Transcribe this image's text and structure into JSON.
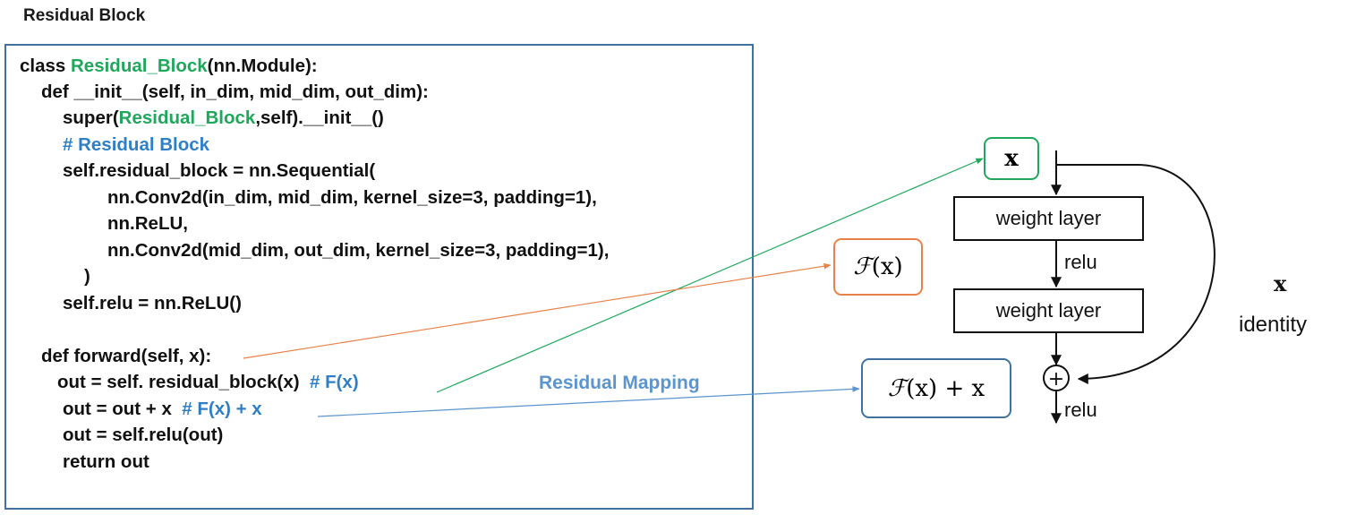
{
  "title": "Residual Block",
  "code": {
    "l1": {
      "a": "class ",
      "b": "Residual_Block",
      "c": "(nn.Module):"
    },
    "l2": "def __init__(self, in_dim, mid_dim, out_dim):",
    "l3": {
      "a": "super(",
      "b": "Residual_Block",
      "c": ",self).__init__()"
    },
    "l4": "# Residual Block",
    "l5": "self.residual_block = nn.Sequential(",
    "l6": "nn.Conv2d(in_dim, mid_dim, kernel_size=3, padding=1),",
    "l7": "nn.ReLU,",
    "l8": "nn.Conv2d(mid_dim, out_dim, kernel_size=3, padding=1),",
    "l9": ")",
    "l10": "self.relu = nn.ReLU()",
    "l11": "def forward(self, x):",
    "l12": {
      "a": "out = self. residual_block(x)  ",
      "b": "# F(x)"
    },
    "l13": {
      "a": "out = out + x  ",
      "b": "# F(x) + x"
    },
    "l14": "out = self.relu(out)",
    "l15": "return out"
  },
  "annotations": {
    "x_box": "x",
    "fx_box": {
      "f": "ℱ",
      "arg": "(x)"
    },
    "fx_plus_x_box": {
      "f": "ℱ",
      "rest": "(x) + x"
    },
    "residual_mapping": "Residual Mapping"
  },
  "block_diagram": {
    "weight_layer_1": "weight layer",
    "relu_1": "relu",
    "weight_layer_2": "weight layer",
    "relu_2": "relu",
    "plus_symbol": "+",
    "identity_x": "x",
    "identity_label": "identity"
  },
  "colors": {
    "code_border": "#41729f",
    "green": "#1fa85b",
    "orange": "#e8824a",
    "blue": "#5b95cf",
    "comment_blue": "#2f7fc7"
  }
}
